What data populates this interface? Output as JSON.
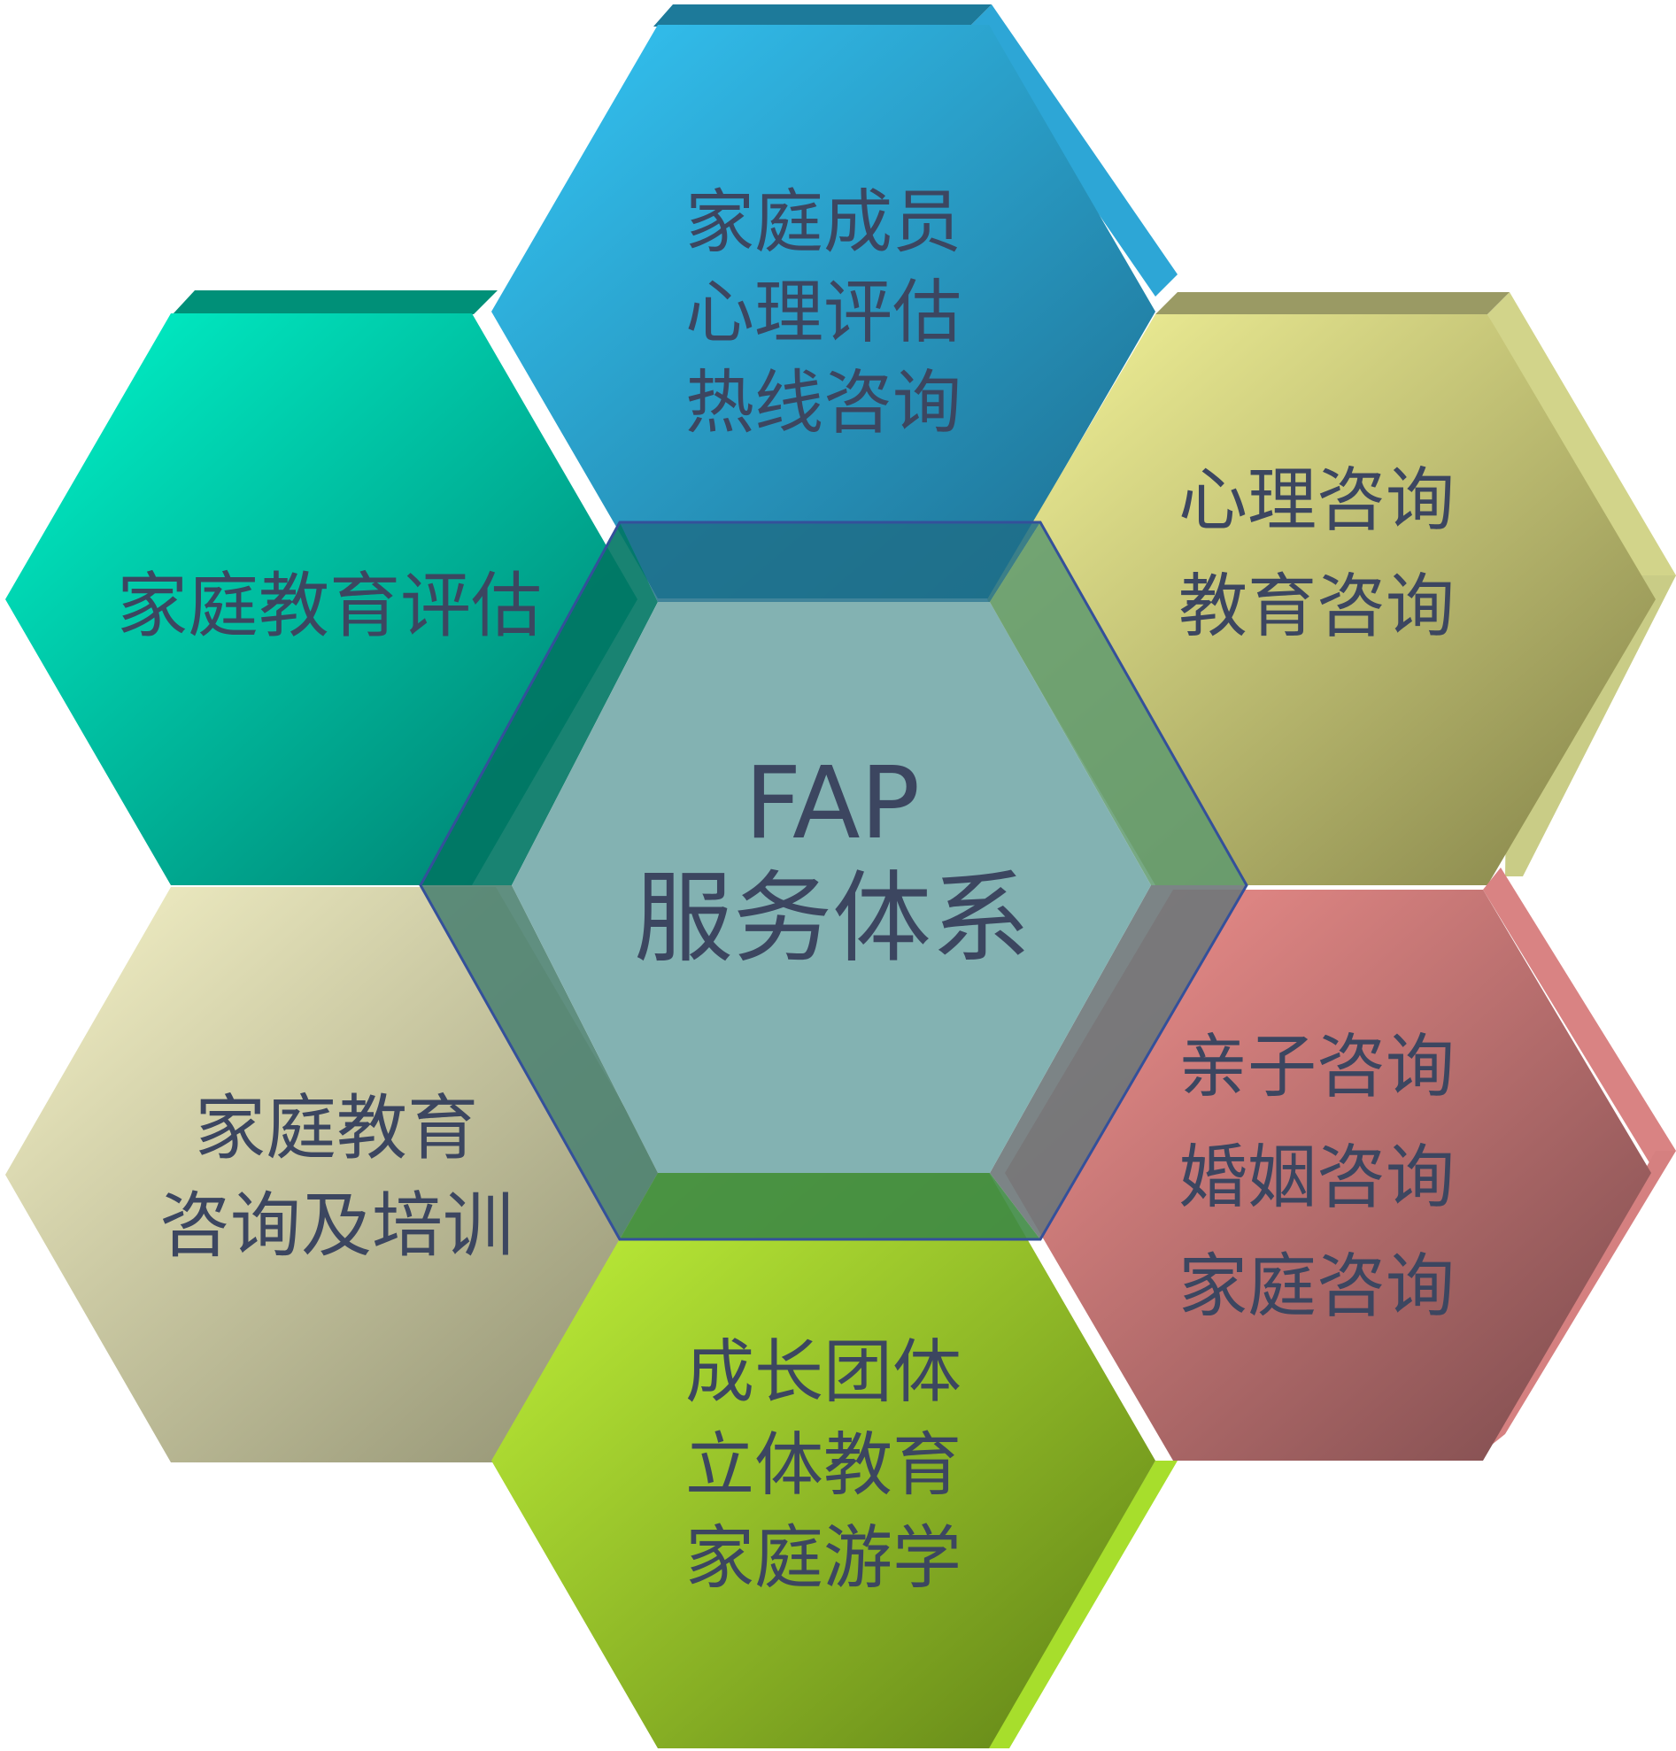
{
  "diagram": {
    "center": {
      "lines": [
        "FAP",
        "服务体系"
      ],
      "color": "#83b2b2"
    },
    "hexes": [
      {
        "id": "top",
        "lines": [
          "家庭成员",
          "心理评估",
          "热线咨询"
        ],
        "colors": [
          "#34c6f6",
          "#1d6d8f"
        ]
      },
      {
        "id": "upper-left",
        "lines": [
          "家庭教育评估"
        ],
        "colors": [
          "#00f6cb",
          "#00786b"
        ]
      },
      {
        "id": "upper-right",
        "lines": [
          "心理咨询",
          "教育咨询"
        ],
        "colors": [
          "#f5f59a",
          "#838248"
        ]
      },
      {
        "id": "lower-left",
        "lines": [
          "家庭教育",
          "咨询及培训"
        ],
        "colors": [
          "#f6f3c8",
          "#8f8f70"
        ]
      },
      {
        "id": "lower-right",
        "lines": [
          "亲子咨询",
          "婚姻咨询",
          "家庭咨询"
        ],
        "colors": [
          "#f4928f",
          "#7a4a4c"
        ]
      },
      {
        "id": "bottom",
        "lines": [
          "成长团体",
          "立体教育",
          "家庭游学"
        ],
        "colors": [
          "#c4f63a",
          "#5f8116"
        ]
      }
    ]
  }
}
